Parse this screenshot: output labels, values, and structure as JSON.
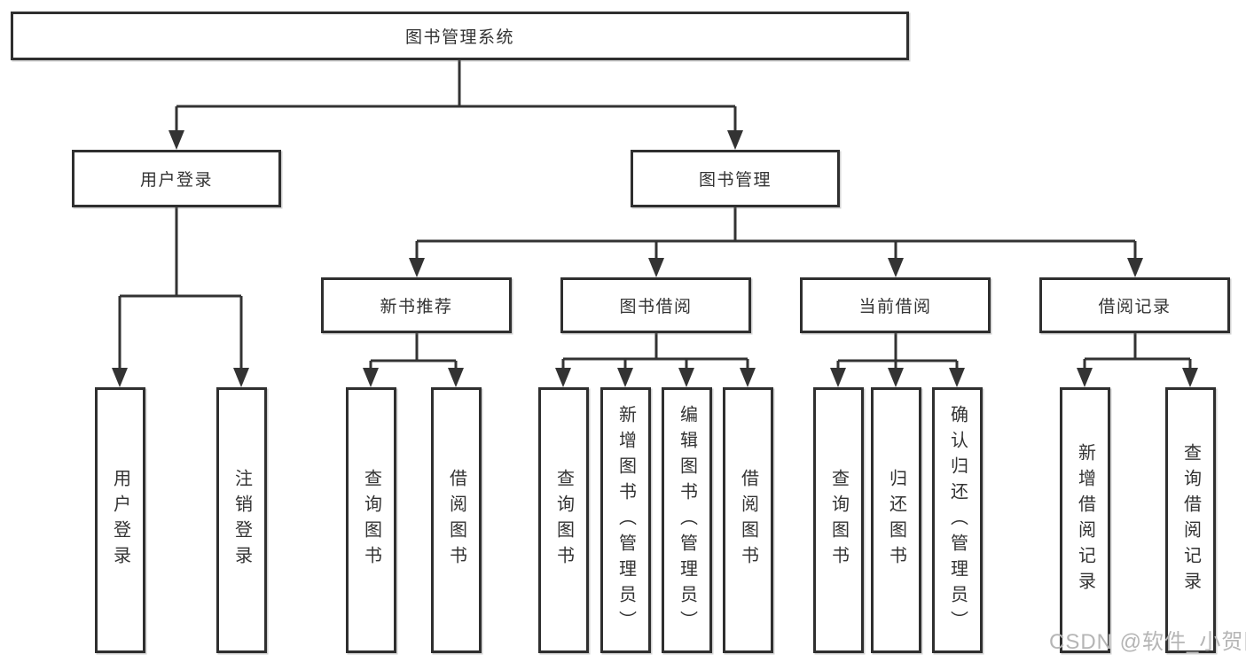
{
  "diagram_type": "functional-structure-tree",
  "tree": {
    "label": "图书管理系统",
    "children": [
      {
        "label": "用户登录",
        "children": [
          {
            "label": "用户登录"
          },
          {
            "label": "注销登录"
          }
        ]
      },
      {
        "label": "图书管理",
        "children": [
          {
            "label": "新书推荐",
            "children": [
              {
                "label": "查询图书"
              },
              {
                "label": "借阅图书"
              }
            ]
          },
          {
            "label": "图书借阅",
            "children": [
              {
                "label": "查询图书"
              },
              {
                "label": "新增图书（管理员）"
              },
              {
                "label": "编辑图书（管理员）"
              },
              {
                "label": "借阅图书"
              }
            ]
          },
          {
            "label": "当前借阅",
            "children": [
              {
                "label": "查询图书"
              },
              {
                "label": "归还图书"
              },
              {
                "label": "确认归还（管理员）"
              }
            ]
          },
          {
            "label": "借阅记录",
            "children": [
              {
                "label": "新增借阅记录"
              },
              {
                "label": "查询借阅记录"
              }
            ]
          }
        ]
      }
    ]
  },
  "watermark": "CSDN @软件_小贺同学",
  "colors": {
    "line": "#333333",
    "box_border": "#2f2f2f",
    "text": "#333333",
    "watermark": "#b5b5b5",
    "background": "#ffffff"
  }
}
